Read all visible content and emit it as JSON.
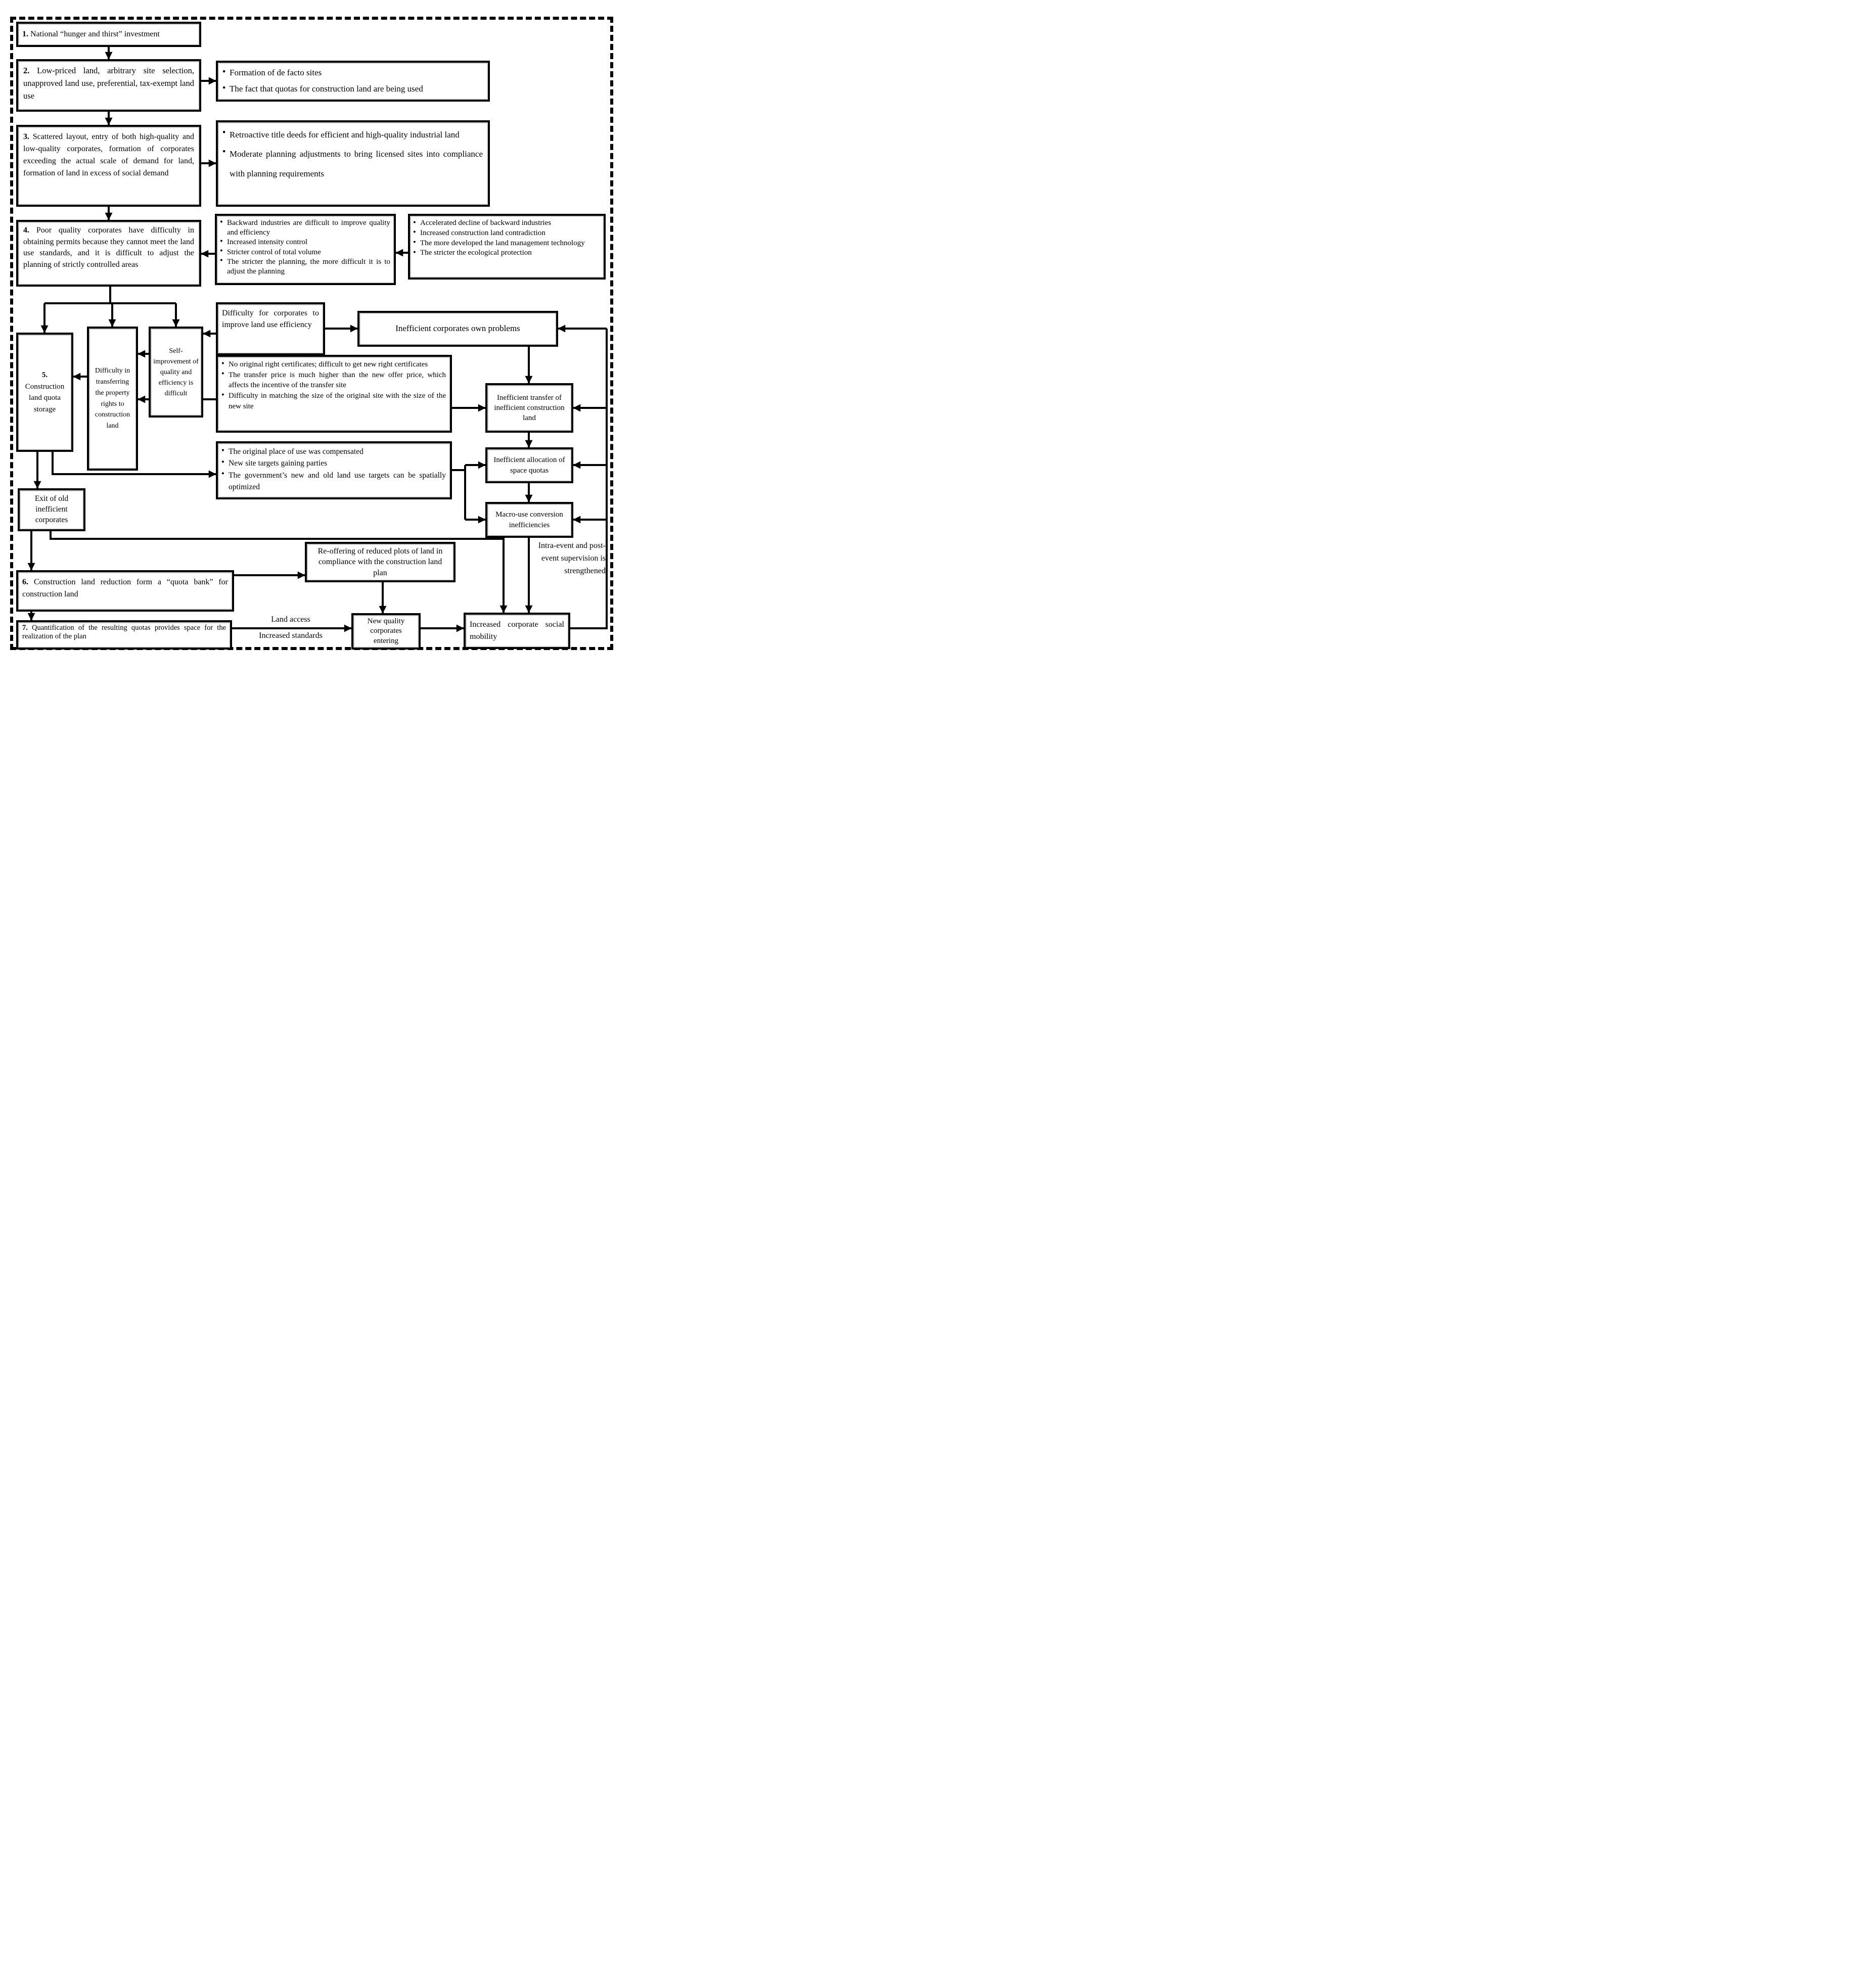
{
  "nodes": {
    "n1": {
      "num": "1.",
      "text": "National “hunger and thirst” investment"
    },
    "n2": {
      "num": "2.",
      "text": "Low-priced land, arbitrary site selection, unapproved land use, preferential, tax-exempt land use"
    },
    "n3": {
      "num": "3.",
      "text": "Scattered layout, entry of both high-quality and low-quality corporates, formation of corporates exceeding the actual scale of demand for land, formation of land in excess of social demand"
    },
    "n4": {
      "num": "4.",
      "text": "Poor quality corporates have difficulty in obtaining permits because they cannot meet the land use standards, and it is difficult to adjust the planning of strictly controlled areas"
    },
    "defacto": {
      "bullets": [
        "Formation of de facto sites",
        "The fact that quotas for construction land are being used"
      ]
    },
    "retroactive": {
      "bullets": [
        "Retroactive title deeds for efficient and high-quality industrial land",
        "Moderate planning adjustments to bring licensed sites into compliance with planning requirements"
      ]
    },
    "backward": {
      "bullets": [
        "Backward industries are difficult to improve quality and efficiency",
        "Increased intensity control",
        "Stricter control of total volume",
        "The stricter the planning, the more difficult it is to adjust the planning"
      ]
    },
    "accelerated": {
      "bullets": [
        "Accelerated decline of backward industries",
        "Increased construction land contradiction",
        "The more developed the land management technology",
        "The stricter the ecological protection"
      ]
    },
    "n5": {
      "num": "5.",
      "text": "Construction land quota storage"
    },
    "diff_transfer": {
      "text": "Difficulty in transferring the property rights to construction land"
    },
    "self_improvement": {
      "text": "Self-improvement of quality and efficiency is difficult"
    },
    "diff_corporates": {
      "text": "Difficulty for corporates to improve land use efficiency"
    },
    "own_problems": {
      "text": "Inefficient corporates own problems"
    },
    "no_certificates": {
      "bullets": [
        "No original right certificates; difficult to get new right certificates",
        "The transfer price is much higher than the new offer price, which affects the incentive of the transfer site",
        "Difficulty in matching the size of the original site with the size of the new site"
      ]
    },
    "inefficient_transfer": {
      "text": "Inefficient transfer of inefficient construction land"
    },
    "compensated": {
      "bullets": [
        "The original place of use was compensated",
        "New site targets gaining parties",
        "The government’s new and old land use targets can be spatially optimized"
      ]
    },
    "allocation": {
      "text": "Inefficient allocation of space quotas"
    },
    "macro": {
      "text": "Macro-use conversion inefficiencies"
    },
    "exit": {
      "text": "Exit of old inefficient corporates"
    },
    "n6": {
      "num": "6.",
      "text": "Construction land reduction form a “quota bank” for construction land"
    },
    "n7": {
      "num": "7.",
      "text": "Quantification of the resulting quotas provides space for the realization of the plan"
    },
    "reoffering": {
      "text": "Re-offering of reduced plots of land in compliance with the construction land plan"
    },
    "new_quality": {
      "text": "New quality corporates entering"
    },
    "mobility": {
      "text": "Increased corporate social mobility"
    }
  },
  "labels": {
    "supervision": "Intra-event and post-event supervision is strengthened",
    "land_access": "Land access",
    "increased_standards": "Increased standards"
  },
  "colors": {
    "line": "#000000",
    "background": "#ffffff"
  }
}
